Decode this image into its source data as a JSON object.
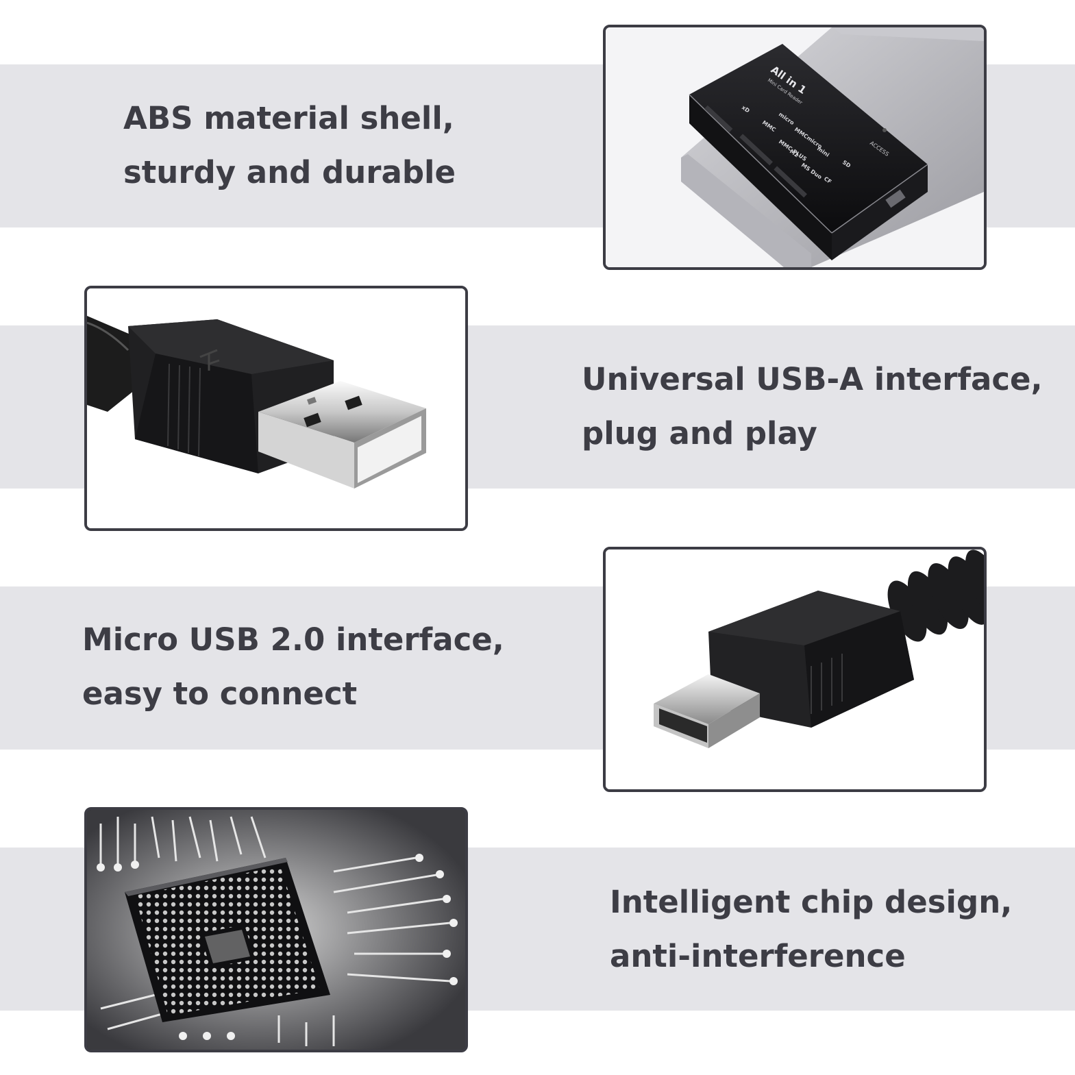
{
  "features": [
    {
      "line1": "ABS material shell,",
      "line2": "sturdy and durable",
      "image_icon": "card-reader-icon"
    },
    {
      "line1": "Universal USB-A interface,",
      "line2": "plug and play",
      "image_icon": "usb-a-plug-icon"
    },
    {
      "line1": "Micro USB 2.0 interface,",
      "line2": "easy to connect",
      "image_icon": "mini-usb-plug-icon"
    },
    {
      "line1": "Intelligent chip design,",
      "line2": "anti-interference",
      "image_icon": "chip-icon"
    }
  ],
  "card_reader": {
    "brand_line1": "All in 1",
    "brand_line2": "Mini Card Reader",
    "access_label": "ACCESS",
    "slot_labels": [
      "xD",
      "micro",
      "MMC",
      "MMCmicro",
      "MMC PLUS",
      "M2",
      "MS Duo",
      "mini",
      "SD",
      "CF"
    ]
  },
  "colors": {
    "band": "#e4e4e8",
    "frame": "#3c3c44",
    "text": "#3d3d45"
  }
}
